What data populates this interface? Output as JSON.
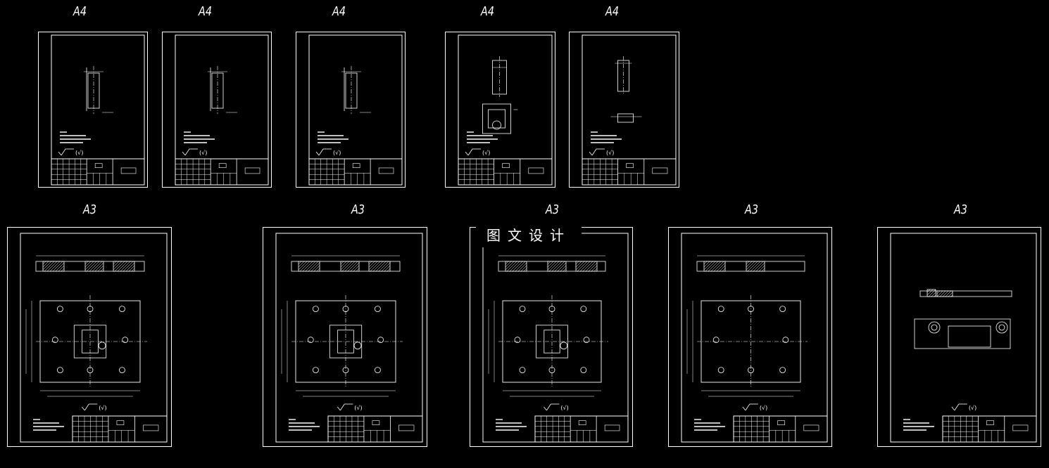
{
  "colors": {
    "background": "#000000",
    "line": "#ffffff"
  },
  "watermark": {
    "text": "图文设计"
  },
  "sheets": [
    {
      "size_label": "A4",
      "title_block": "",
      "row": "top"
    },
    {
      "size_label": "A4",
      "title_block": "",
      "row": "top"
    },
    {
      "size_label": "A4",
      "title_block": "",
      "row": "top"
    },
    {
      "size_label": "A4",
      "title_block": "",
      "row": "top"
    },
    {
      "size_label": "A4",
      "title_block": "",
      "row": "top"
    },
    {
      "size_label": "A3",
      "title_block": "",
      "row": "bottom"
    },
    {
      "size_label": "A3",
      "title_block": "",
      "row": "bottom"
    },
    {
      "size_label": "A3",
      "title_block": "",
      "row": "bottom"
    },
    {
      "size_label": "A3",
      "title_block": "",
      "row": "bottom"
    },
    {
      "size_label": "A3",
      "title_block": "",
      "row": "bottom"
    }
  ],
  "surface_note": "√"
}
